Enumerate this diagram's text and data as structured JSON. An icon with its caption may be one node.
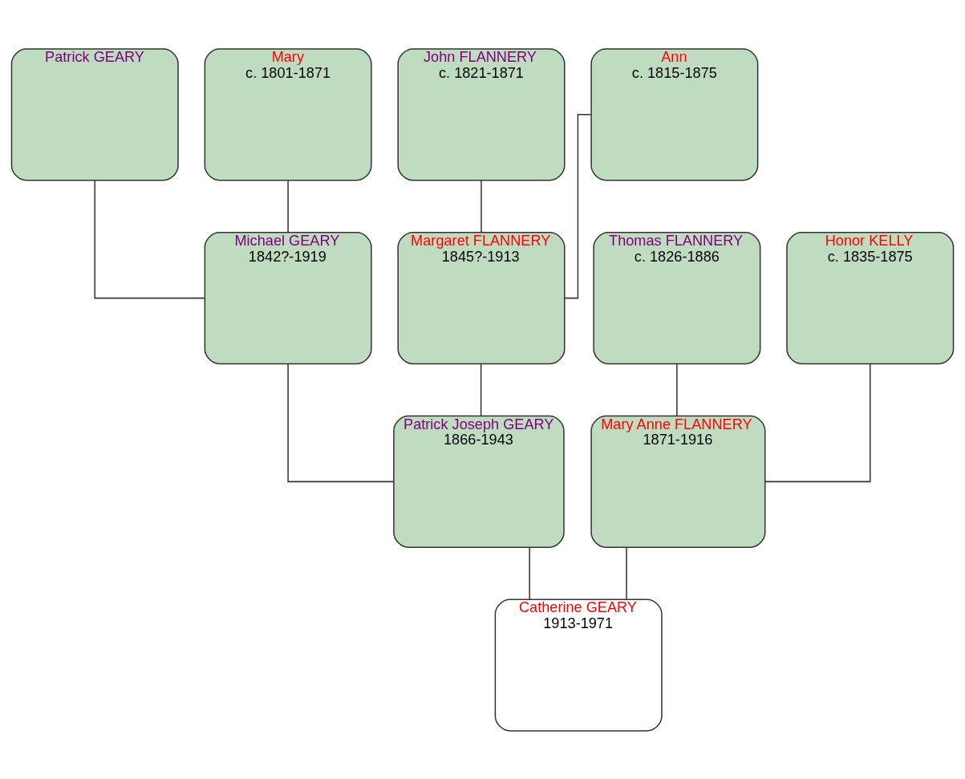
{
  "diagram": {
    "nodes": [
      {
        "text": [
          "Patrick GEARY"
        ]
      },
      {
        "text": [
          "Mary",
          "c. 1801-1871"
        ]
      },
      {
        "text": [
          "John FLANNERY",
          "c. 1821-1871"
        ]
      },
      {
        "text": [
          "Ann",
          "c. 1815-1875"
        ]
      },
      {
        "text": [
          "Michael GEARY",
          "1842?-1919"
        ]
      },
      {
        "text": [
          "Margaret FLANNERY",
          "1845?-1913"
        ]
      },
      {
        "text": [
          "Thomas FLANNERY",
          "c. 1826-1886"
        ]
      },
      {
        "text": [
          "Honor KELLY",
          "c. 1835-1875"
        ]
      },
      {
        "text": [
          "Patrick Joseph GEARY",
          "1866-1943"
        ]
      },
      {
        "text": [
          "Mary Anne FLANNERY",
          "1871-1916"
        ]
      },
      {
        "text": [
          "Catherine GEARY",
          "1913-1971"
        ]
      }
    ],
    "edges": [
      {
        "from": 0,
        "to": 4,
        "arrow": "none"
      },
      {
        "from": 1,
        "to": 4,
        "arrow": "none"
      },
      {
        "from": 2,
        "to": 5,
        "arrow": "none"
      },
      {
        "from": 3,
        "to": 5,
        "arrow": "none"
      },
      {
        "from": 4,
        "to": 8,
        "arrow": "none"
      },
      {
        "from": 5,
        "to": 8,
        "arrow": "none"
      },
      {
        "from": 6,
        "to": 9,
        "arrow": "none"
      },
      {
        "from": 7,
        "to": 9,
        "arrow": "none"
      },
      {
        "from": 8,
        "to": 10,
        "arrow": "none"
      },
      {
        "from": 9,
        "to": 10,
        "arrow": "none"
      }
    ]
  }
}
